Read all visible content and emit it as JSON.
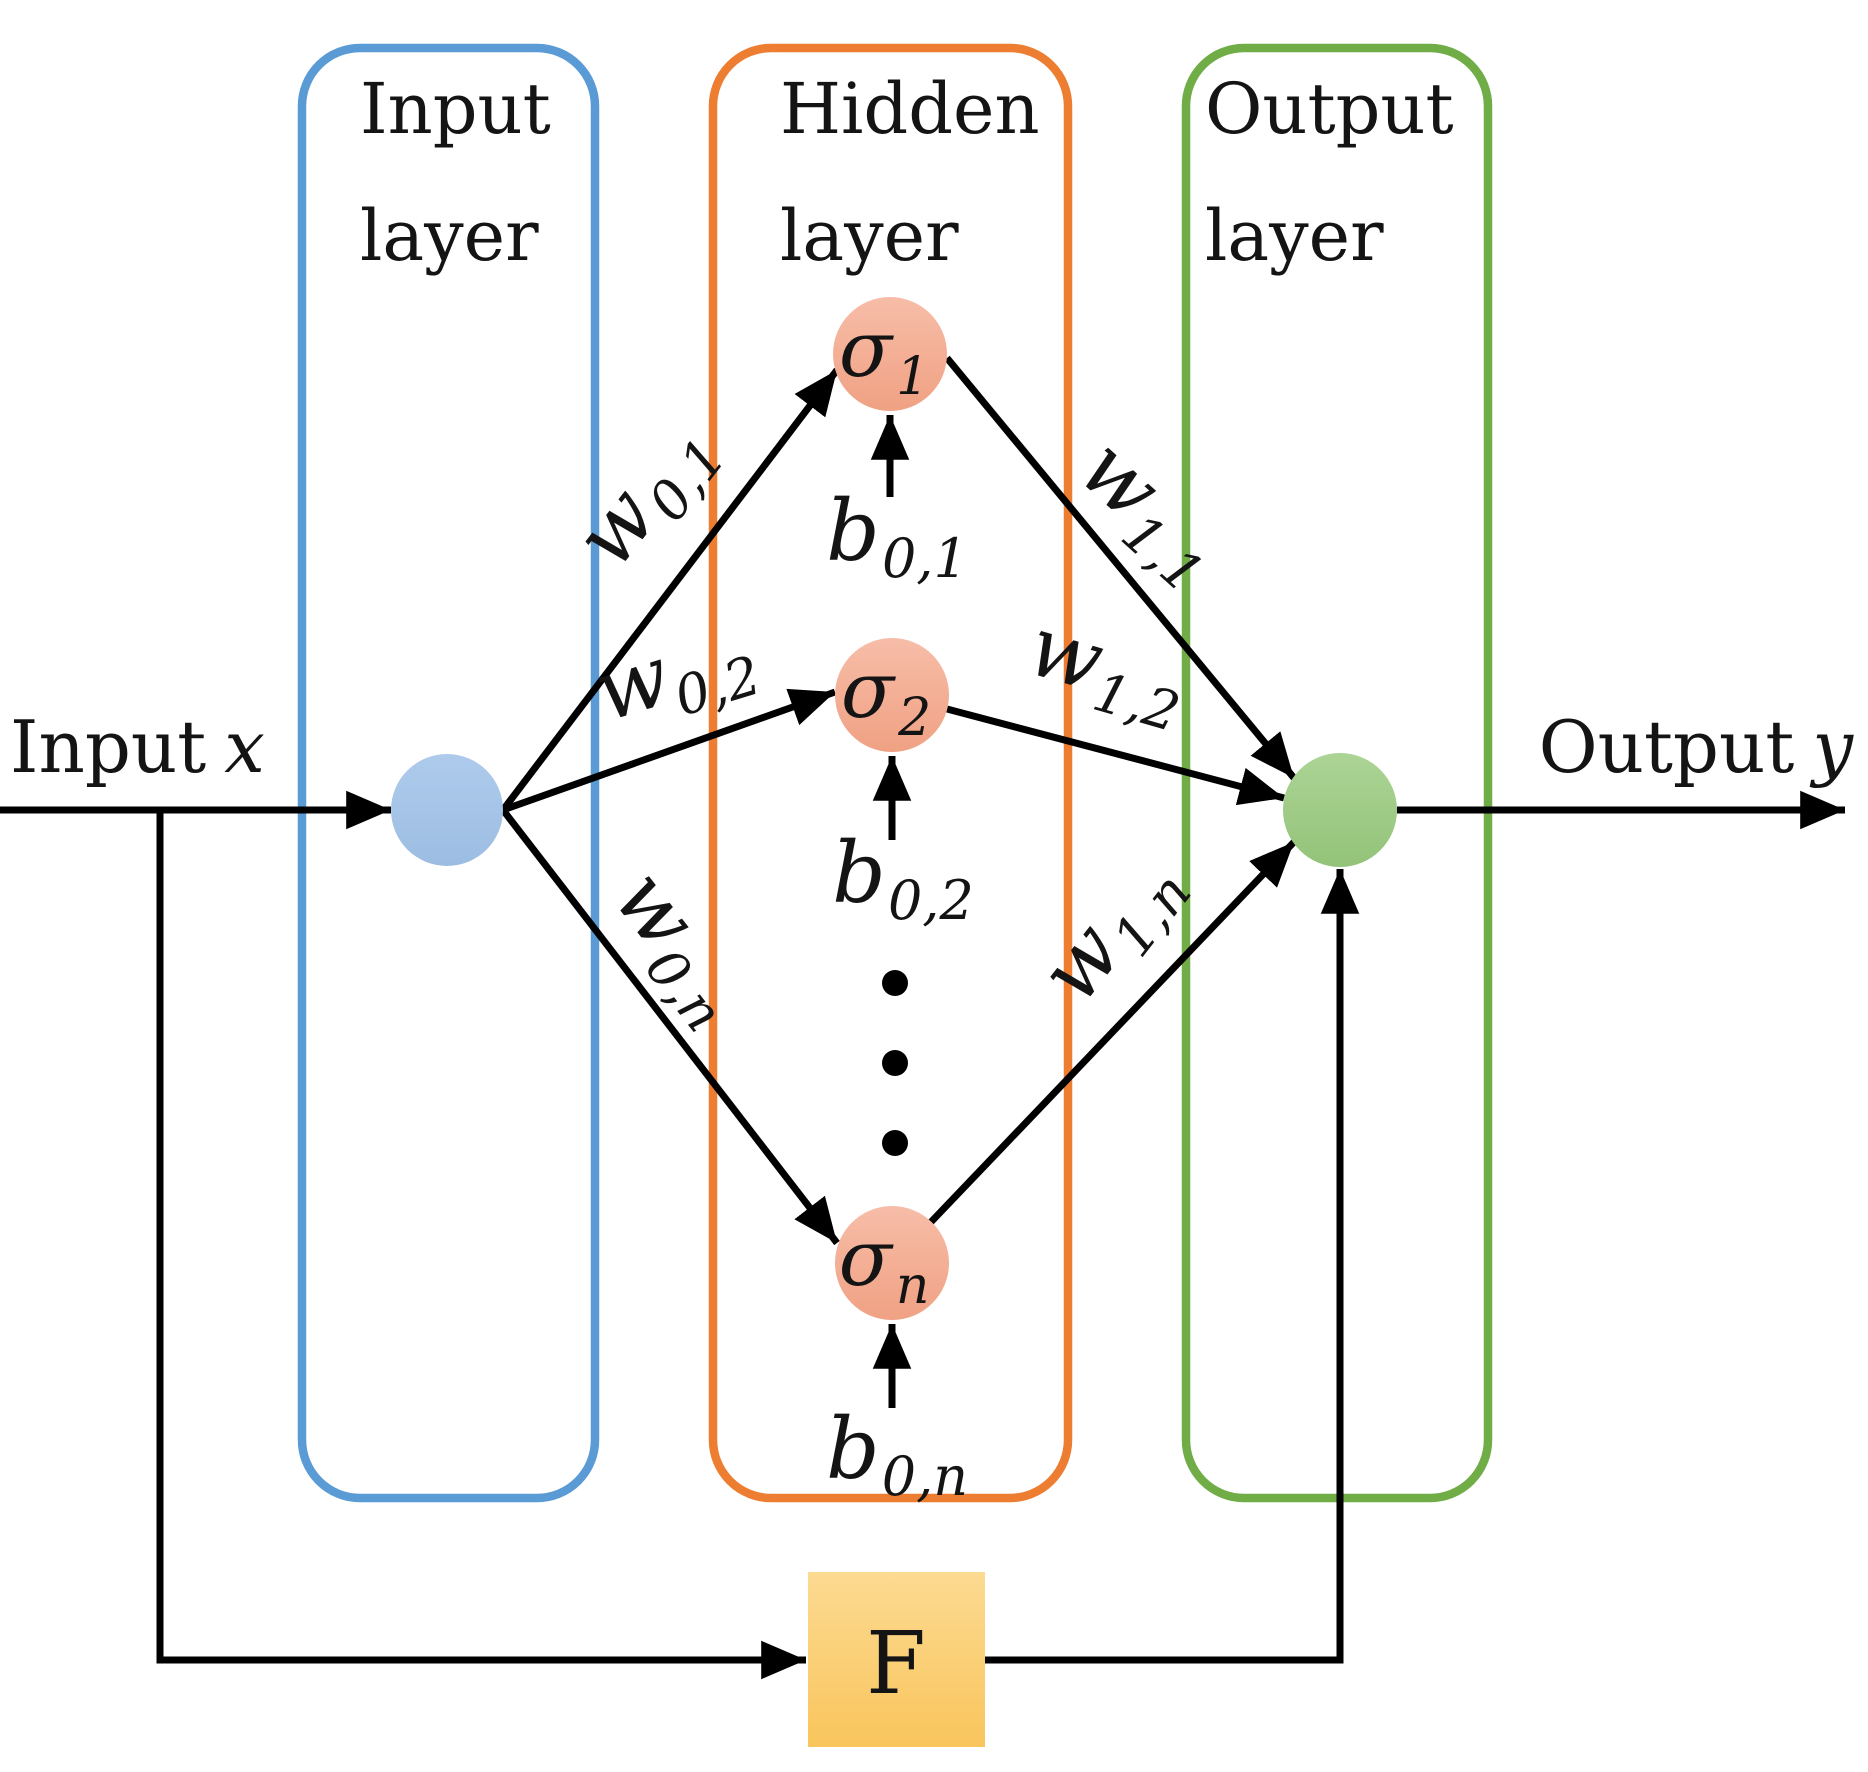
{
  "layers": [
    {
      "line1": "Input",
      "line2": "layer",
      "color": "#5B9BD5"
    },
    {
      "line1": "Hidden",
      "line2": "layer",
      "color": "#ED7D31"
    },
    {
      "line1": "Output",
      "line2": "layer",
      "color": "#70AD47"
    }
  ],
  "io": {
    "input_word": "Input",
    "input_var": "x",
    "output_word": "Output",
    "output_var": "y"
  },
  "hidden_nodes": [
    {
      "base": "σ",
      "sub": "1"
    },
    {
      "base": "σ",
      "sub": "2"
    },
    {
      "base": "σ",
      "sub": "n"
    }
  ],
  "input_weights": [
    {
      "base": "w",
      "sub": "0,1"
    },
    {
      "base": "w",
      "sub": "0,2"
    },
    {
      "base": "w",
      "sub": "0,n"
    }
  ],
  "output_weights": [
    {
      "base": "w",
      "sub": "1,1"
    },
    {
      "base": "w",
      "sub": "1,2"
    },
    {
      "base": "w",
      "sub": "1,n"
    }
  ],
  "biases": [
    {
      "base": "b",
      "sub": "0,1"
    },
    {
      "base": "b",
      "sub": "0,2"
    },
    {
      "base": "b",
      "sub": "0,n"
    }
  ],
  "feedback_block": {
    "label": "F"
  },
  "colors": {
    "line": "#000000",
    "input_box": "#5B9BD5",
    "hidden_box": "#ED7D31",
    "output_box": "#70AD47",
    "input_node_top": "#AECBEC",
    "input_node_bottom": "#9CBDE2",
    "hidden_node_top": "#F7BDA8",
    "hidden_node_bottom": "#F0A183",
    "output_node_top": "#ACD495",
    "output_node_bottom": "#93C379",
    "f_box_top": "#FCDA92",
    "f_box_bottom": "#F9C55C"
  }
}
